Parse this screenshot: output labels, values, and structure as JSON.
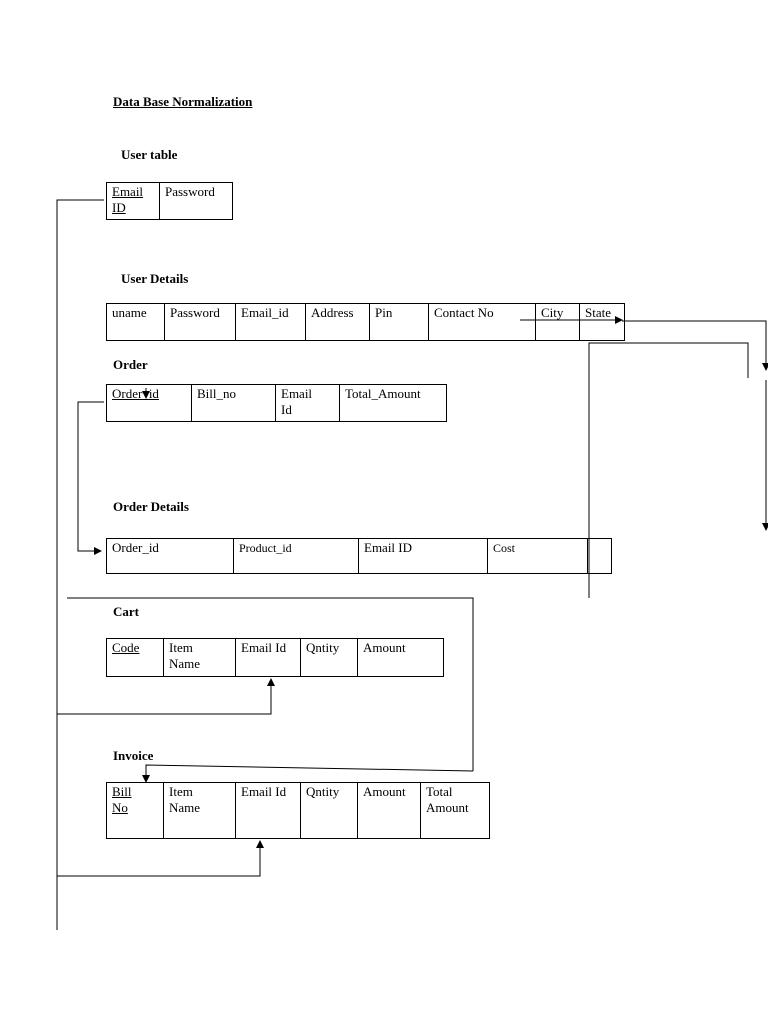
{
  "title": "Data Base Normalization",
  "user_table": {
    "heading": "User table",
    "columns": [
      "Email ID",
      "Password"
    ],
    "key_column": "Email ID"
  },
  "user_details": {
    "heading": "User Details",
    "columns": [
      "uname",
      "Password",
      "Email_id",
      "Address",
      "Pin",
      "Contact No",
      "City",
      "State"
    ]
  },
  "order": {
    "heading": "Order",
    "columns": [
      "Order_id",
      "Bill_no",
      "Email Id",
      "Total_Amount"
    ],
    "key_column": "Order_id"
  },
  "order_details": {
    "heading": "Order Details",
    "columns": [
      "Order_id",
      "Product_id",
      "Email ID",
      "Cost",
      ""
    ]
  },
  "cart": {
    "heading": "Cart",
    "columns": [
      "Code",
      "Item Name",
      "Email Id",
      "Qntity",
      "Amount"
    ],
    "key_column": "Code"
  },
  "invoice": {
    "heading": "Invoice",
    "columns": [
      "Bill No",
      "Item Name",
      "Email Id",
      "Qntity",
      "Amount",
      "Total Amount"
    ],
    "key_column": "Bill No"
  }
}
